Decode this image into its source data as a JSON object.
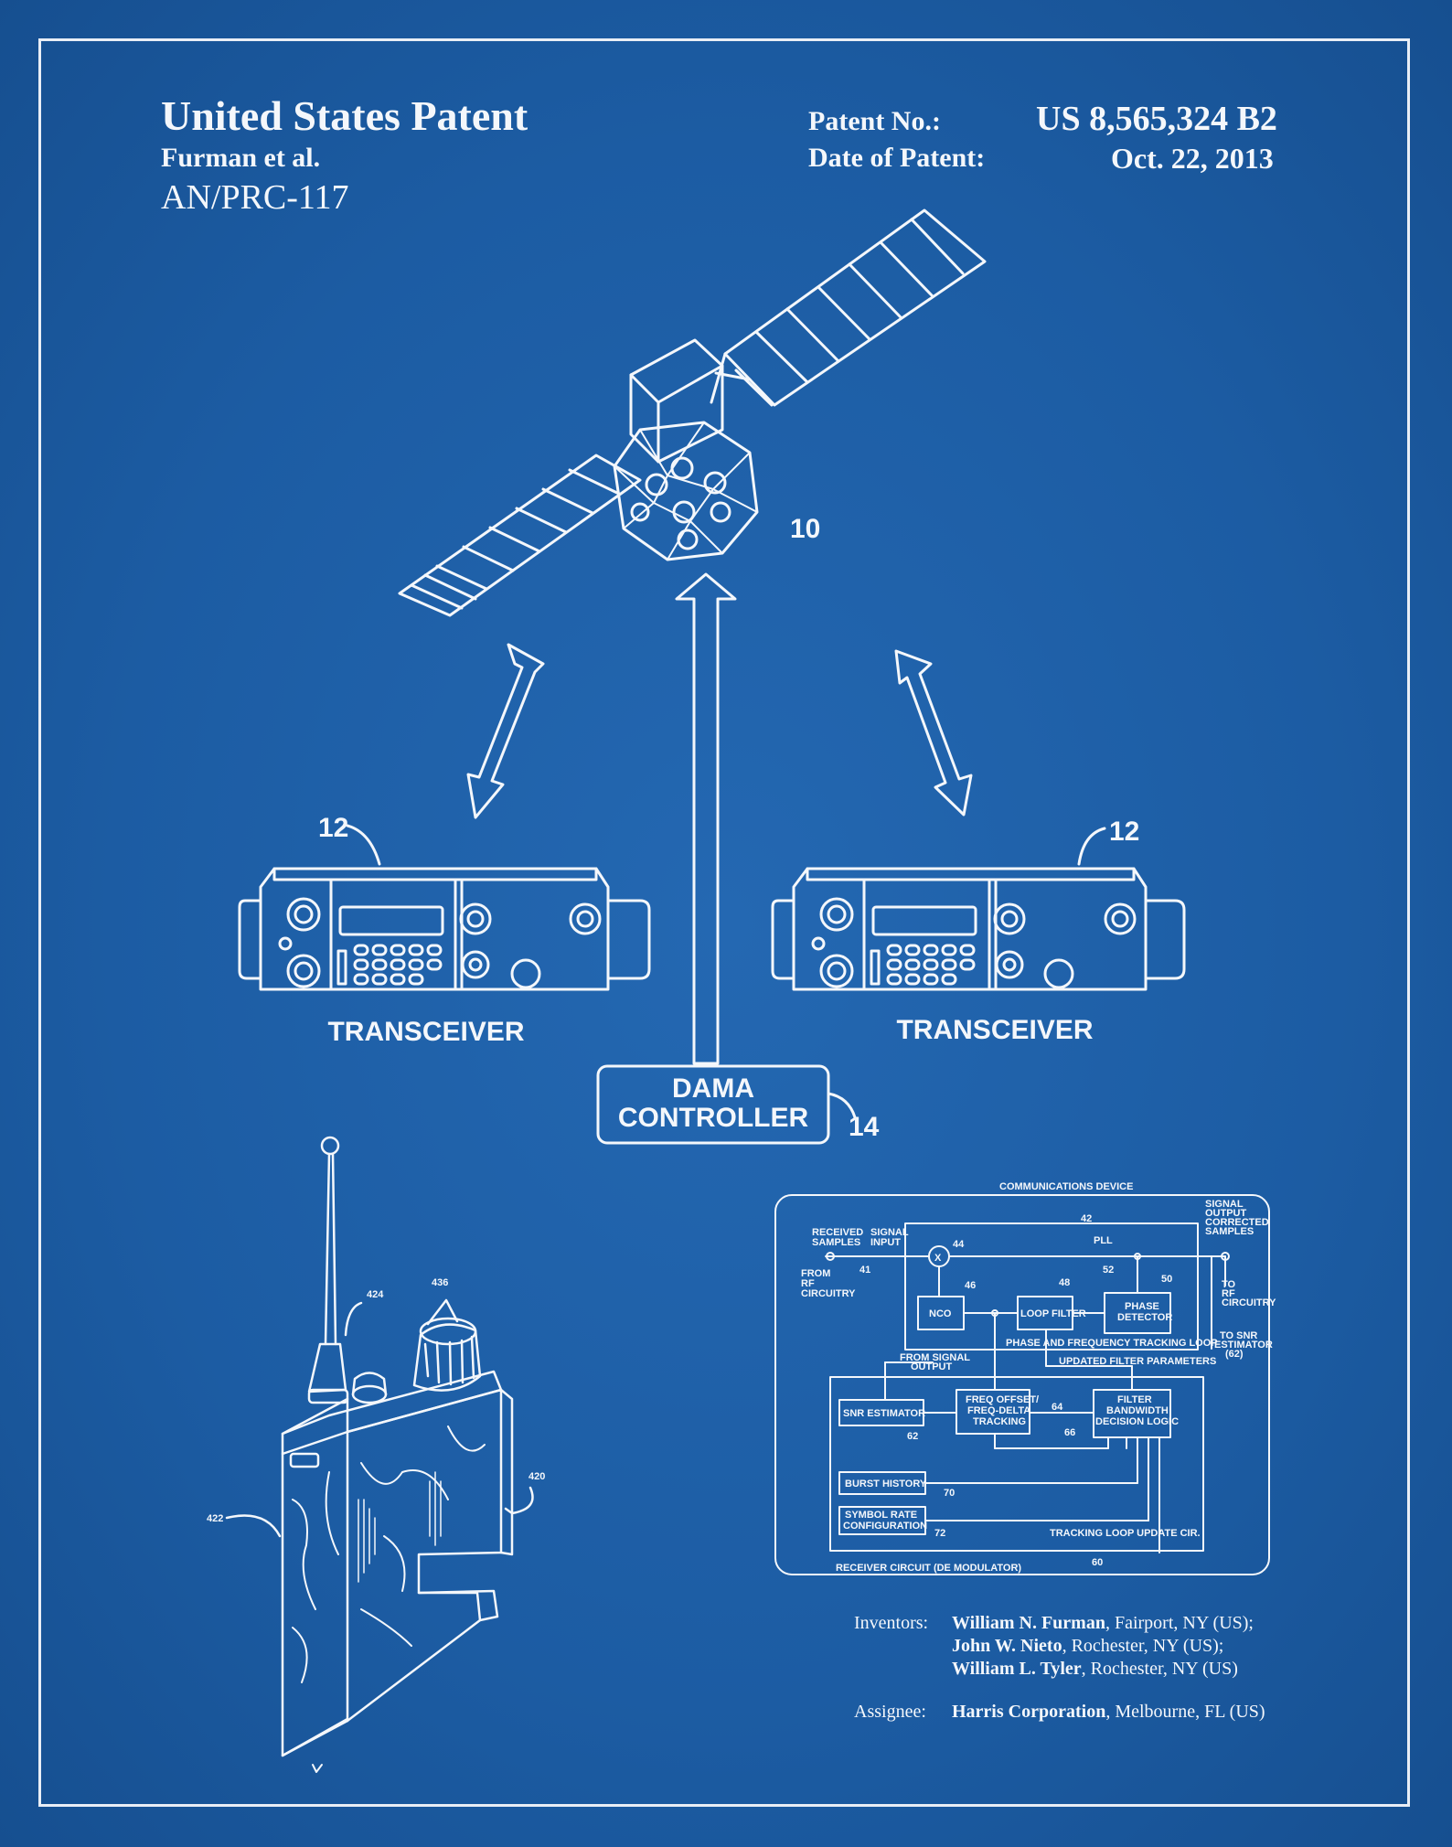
{
  "header": {
    "title": "United States Patent",
    "authors": "Furman et al.",
    "model": "AN/PRC-117",
    "patent_no_label": "Patent No.:",
    "patent_no": "US 8,565,324 B2",
    "date_label": "Date of Patent:",
    "date": "Oct. 22, 2013"
  },
  "figure1": {
    "satellite_ref": "10",
    "transceiver_ref_left": "12",
    "transceiver_ref_right": "12",
    "transceiver_label_left": "TRANSCEIVER",
    "transceiver_label_right": "TRANSCEIVER",
    "controller_label_line1": "DAMA",
    "controller_label_line2": "CONTROLLER",
    "controller_ref": "14"
  },
  "radio_drawing": {
    "refs": [
      "424",
      "436",
      "420",
      "422"
    ]
  },
  "block_diagram": {
    "title": "COMMUNICATIONS DEVICE",
    "pll_ref": "42",
    "pll_label": "PLL",
    "received_samples": [
      "RECEIVED",
      "SAMPLES"
    ],
    "signal_input": [
      "SIGNAL",
      "INPUT"
    ],
    "from_rf": [
      "FROM",
      "RF",
      "CIRCUITRY"
    ],
    "ref_41": "41",
    "mixer_symbol": "X",
    "ref_44": "44",
    "ref_46": "46",
    "ref_48": "48",
    "ref_52": "52",
    "ref_50": "50",
    "nco": "NCO",
    "loop_filter": "LOOP FILTER",
    "phase_detector": [
      "PHASE",
      "DETECTOR"
    ],
    "signal_output": [
      "SIGNAL",
      "OUTPUT",
      "CORRECTED",
      "SAMPLES"
    ],
    "to_rf": [
      "TO",
      "RF",
      "CIRCUITRY"
    ],
    "to_snr": [
      "TO SNR",
      "ESTIMATOR",
      "(62)"
    ],
    "tracking_loop": "PHASE AND FREQUENCY TRACKING LOOP",
    "from_signal_output": [
      "FROM SIGNAL",
      "OUTPUT"
    ],
    "updated_filter": "UPDATED FILTER PARAMETERS",
    "snr_estimator": "SNR ESTIMATOR",
    "ref_62": "62",
    "freq_offset": [
      "FREQ OFFSET/",
      "FREQ-DELTA",
      "TRACKING"
    ],
    "ref_64": "64",
    "ref_66": "66",
    "filter_bw": [
      "FILTER",
      "BANDWIDTH",
      "DECISION LOGIC"
    ],
    "burst_history": "BURST HISTORY",
    "ref_70": "70",
    "symbol_rate": [
      "SYMBOL RATE",
      "CONFIGURATION"
    ],
    "ref_72": "72",
    "tracking_update": "TRACKING LOOP UPDATE CIR.",
    "receiver_circuit": "RECEIVER CIRCUIT (DE MODULATOR)",
    "ref_60": "60"
  },
  "credits": {
    "inventors_label": "Inventors:",
    "inventors": [
      {
        "name": "William N. Furman",
        "loc": ", Fairport, NY (US);"
      },
      {
        "name": "John W. Nieto",
        "loc": ", Rochester, NY (US);"
      },
      {
        "name": "William L. Tyler",
        "loc": ", Rochester, NY (US)"
      }
    ],
    "assignee_label": "Assignee:",
    "assignee_name": "Harris Corporation",
    "assignee_loc": ", Melbourne, FL (US)"
  },
  "colors": {
    "background": "#1d5fa6",
    "ink": "#f4f7fb"
  }
}
